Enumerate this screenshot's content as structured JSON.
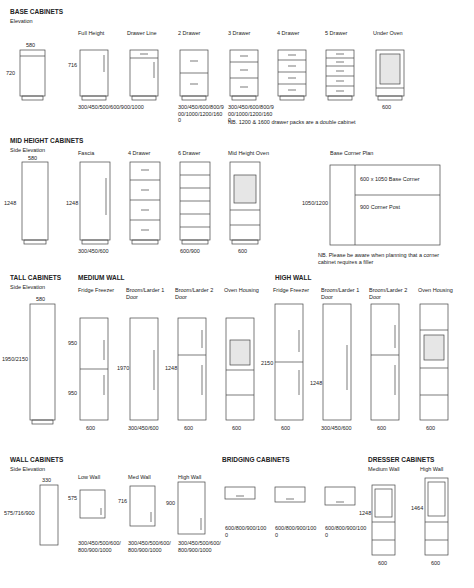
{
  "diagram": {
    "labels": [
      "BASE CABINETS",
      "Elevation",
      "Full Height",
      "Drawer Line",
      "2 Drawer",
      "3 Drawer",
      "4 Drawer",
      "5 Drawer",
      "Under Oven",
      "580",
      "720",
      "716",
      "300/450/500/600/900/1000",
      "300/450/600/800/900/1000/1200/1600",
      "300/450/600/800/900/1000/1200/1600",
      "NB. 1200 & 1600 drawer packs are a double cabinet",
      "600",
      "MID HEIGHT CABINETS",
      "Side Elevation",
      "Fascia",
      "4 Drawer",
      "6 Drawer",
      "Mid Height Oven",
      "Base Corner Plan",
      "580",
      "1248",
      "1248",
      "300/450/600",
      "600/900",
      "600",
      "1050/1200",
      "600 x 1050 Base Corner",
      "900 Corner Post",
      "NB. Please be aware when planning that a corner cabinet requires a filler",
      "TALL CABINETS",
      "Side Elevation",
      "MEDIUM WALL",
      "HIGH WALL",
      "Fridge Freezer",
      "Broom/Larder 1 Door",
      "Broom/Larder 2 Door",
      "Oven Housing",
      "Fridge Freezer",
      "Broom/Larder 1 Door",
      "Broom/Larder 2 Door",
      "Oven Housing",
      "580",
      "1950/2150",
      "950",
      "950",
      "1970",
      "1248",
      "2150",
      "1248",
      "600",
      "300/450/600",
      "600",
      "600",
      "600",
      "300/450/600",
      "600",
      "600",
      "WALL CABINETS",
      "Side Elevation",
      "Low Wall",
      "Med Wall",
      "High Wall",
      "BRIDGING CABINETS",
      "DRESSER CABINETS",
      "Medium Wall",
      "High Wall",
      "330",
      "575/716/900",
      "575",
      "716",
      "900",
      "300/450/500/600/800/900/1000",
      "300/450/500/600/800/900/1000",
      "300/450/500/600/800/900/1000",
      "600/800/900/1000",
      "600/800/900/1000",
      "600/800/900/1000",
      "1248",
      "1464",
      "600",
      "600"
    ]
  }
}
